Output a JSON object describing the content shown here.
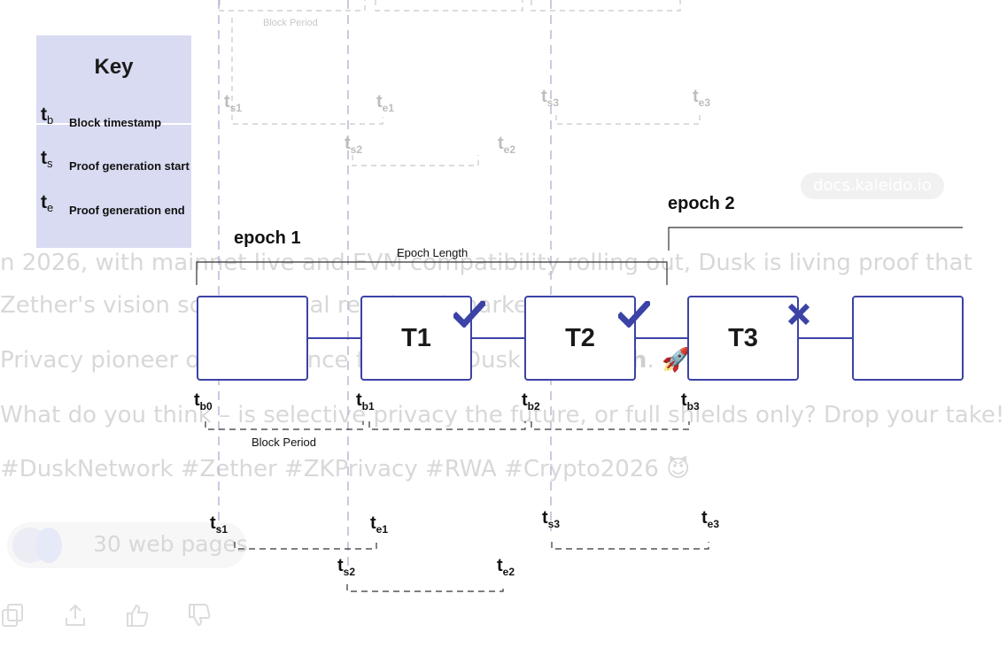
{
  "chat": {
    "line1": "n 2026, with mainnet live and EVM compatibility rolling out, Dusk is living proof that",
    "line2": "Zether's vision scales to real regulated markets.",
    "line3_prefix": "Privacy pioneer or compliance fortress? Dusk says ",
    "line3_bold": "both",
    "line3_suffix": ". 🚀",
    "line4": "What do you think – is selective privacy the future, or full shields only? Drop your take! 👇",
    "line5": "#DuskNetwork #Zether #ZKPrivacy #RWA #Crypto2026 😈",
    "sources_label": "30 web pages",
    "watermark": "docs.kaleido.io",
    "actions": [
      "copy-icon",
      "share-icon",
      "thumbs-up-icon",
      "thumbs-down-icon"
    ]
  },
  "key": {
    "title": "Key",
    "items": [
      {
        "symbol": "t",
        "sub": "b",
        "desc": "Block timestamp"
      },
      {
        "symbol": "t",
        "sub": "s",
        "desc": "Proof generation start"
      },
      {
        "symbol": "t",
        "sub": "e",
        "desc": "Proof generation end"
      }
    ]
  },
  "diagram": {
    "epoch1": "epoch 1",
    "epoch2": "epoch 2",
    "epoch_length": "Epoch Length",
    "block_period": "Block Period",
    "block_period_faded": "Block Period",
    "blocks": [
      {
        "label": "",
        "status": "none"
      },
      {
        "label": "T1",
        "status": "check"
      },
      {
        "label": "T2",
        "status": "check"
      },
      {
        "label": "T3",
        "status": "cross"
      },
      {
        "label": "",
        "status": "none"
      }
    ],
    "timestamps": [
      {
        "sym": "t",
        "sub": "b0"
      },
      {
        "sym": "t",
        "sub": "b1"
      },
      {
        "sym": "t",
        "sub": "b2"
      },
      {
        "sym": "t",
        "sub": "b3"
      }
    ],
    "proof_marks": [
      {
        "sym": "t",
        "sub": "s1"
      },
      {
        "sym": "t",
        "sub": "e1"
      },
      {
        "sym": "t",
        "sub": "s2"
      },
      {
        "sym": "t",
        "sub": "e2"
      },
      {
        "sym": "t",
        "sub": "s3"
      },
      {
        "sym": "t",
        "sub": "e3"
      }
    ],
    "faded_marks": [
      {
        "sym": "t",
        "sub": "s1"
      },
      {
        "sym": "t",
        "sub": "e1"
      },
      {
        "sym": "t",
        "sub": "s2"
      },
      {
        "sym": "t",
        "sub": "e2"
      },
      {
        "sym": "t",
        "sub": "s3"
      },
      {
        "sym": "t",
        "sub": "e3"
      }
    ],
    "colors": {
      "accent": "#3c43a6",
      "key_bg": "#d9dbf2"
    }
  }
}
